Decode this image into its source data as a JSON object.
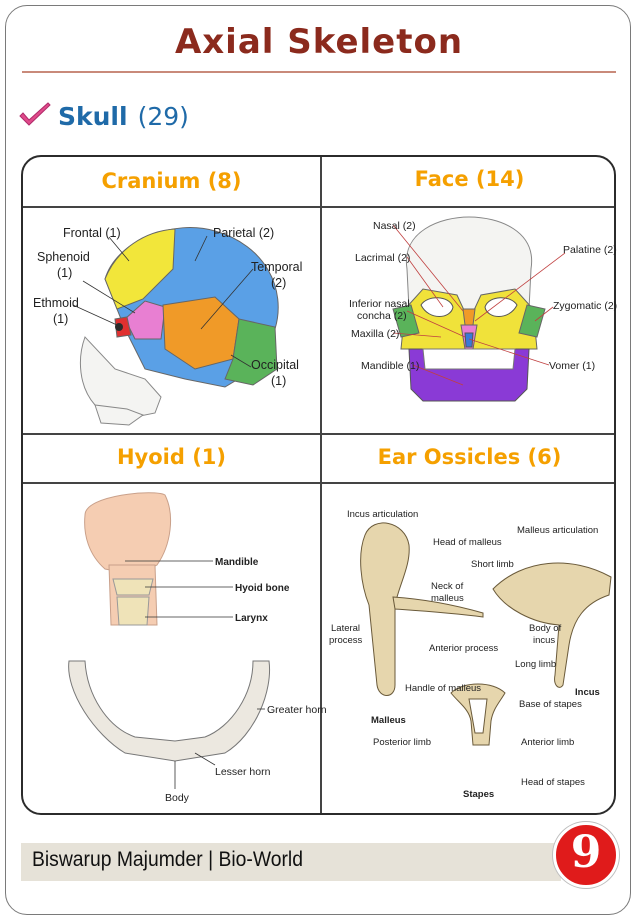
{
  "title": "Axial Skeleton",
  "bullet": {
    "label": "Skull",
    "count": "(29)"
  },
  "cells": {
    "cranium": {
      "heading": "Cranium (8)",
      "labels": {
        "frontal_1": "Frontal (1)",
        "parietal_1": "Parietal (2)",
        "sphenoid_1": "Sphenoid",
        "sphenoid_2": "(1)",
        "temporal_1": "Temporal",
        "temporal_2": "(2)",
        "ethmoid_1": "Ethmoid",
        "ethmoid_2": "(1)",
        "occipital_1": "Occipital",
        "occipital_2": "(1)"
      }
    },
    "face": {
      "heading": "Face (14)",
      "labels": {
        "nasal": "Nasal (2)",
        "lacrimal": "Lacrimal (2)",
        "palatine": "Palatine (2)",
        "inferior_1": "Inferior nasal",
        "inferior_2": "concha (2)",
        "zygomatic": "Zygomatic (2)",
        "maxilla": "Maxilla (2)",
        "mandible": "Mandible (1)",
        "vomer": "Vomer (1)"
      }
    },
    "hyoid": {
      "heading": "Hyoid (1)",
      "labels": {
        "mandible": "Mandible",
        "hyoid_bone": "Hyoid bone",
        "larynx": "Larynx",
        "greater_horn": "Greater horn",
        "lesser_horn": "Lesser horn",
        "body": "Body"
      }
    },
    "ossicles": {
      "heading": "Ear Ossicles (6)",
      "labels": {
        "incus_articulation": "Incus articulation",
        "head_of_malleus": "Head of malleus",
        "malleus_articulation": "Malleus articulation",
        "short_limb": "Short limb",
        "neck_1": "Neck of",
        "neck_2": "malleus",
        "lateral_1": "Lateral",
        "lateral_2": "process",
        "body_1": "Body of",
        "body_2": "incus",
        "anterior_process": "Anterior process",
        "long_limb": "Long limb",
        "incus": "Incus",
        "handle_of_malleus": "Handle of malleus",
        "malleus": "Malleus",
        "base_of_stapes": "Base of stapes",
        "posterior_limb": "Posterior limb",
        "anterior_limb": "Anterior limb",
        "head_of_stapes": "Head of stapes",
        "stapes": "Stapes"
      }
    }
  },
  "footer": {
    "text": "Biswarup Majumder | Bio-World",
    "page": "9"
  }
}
